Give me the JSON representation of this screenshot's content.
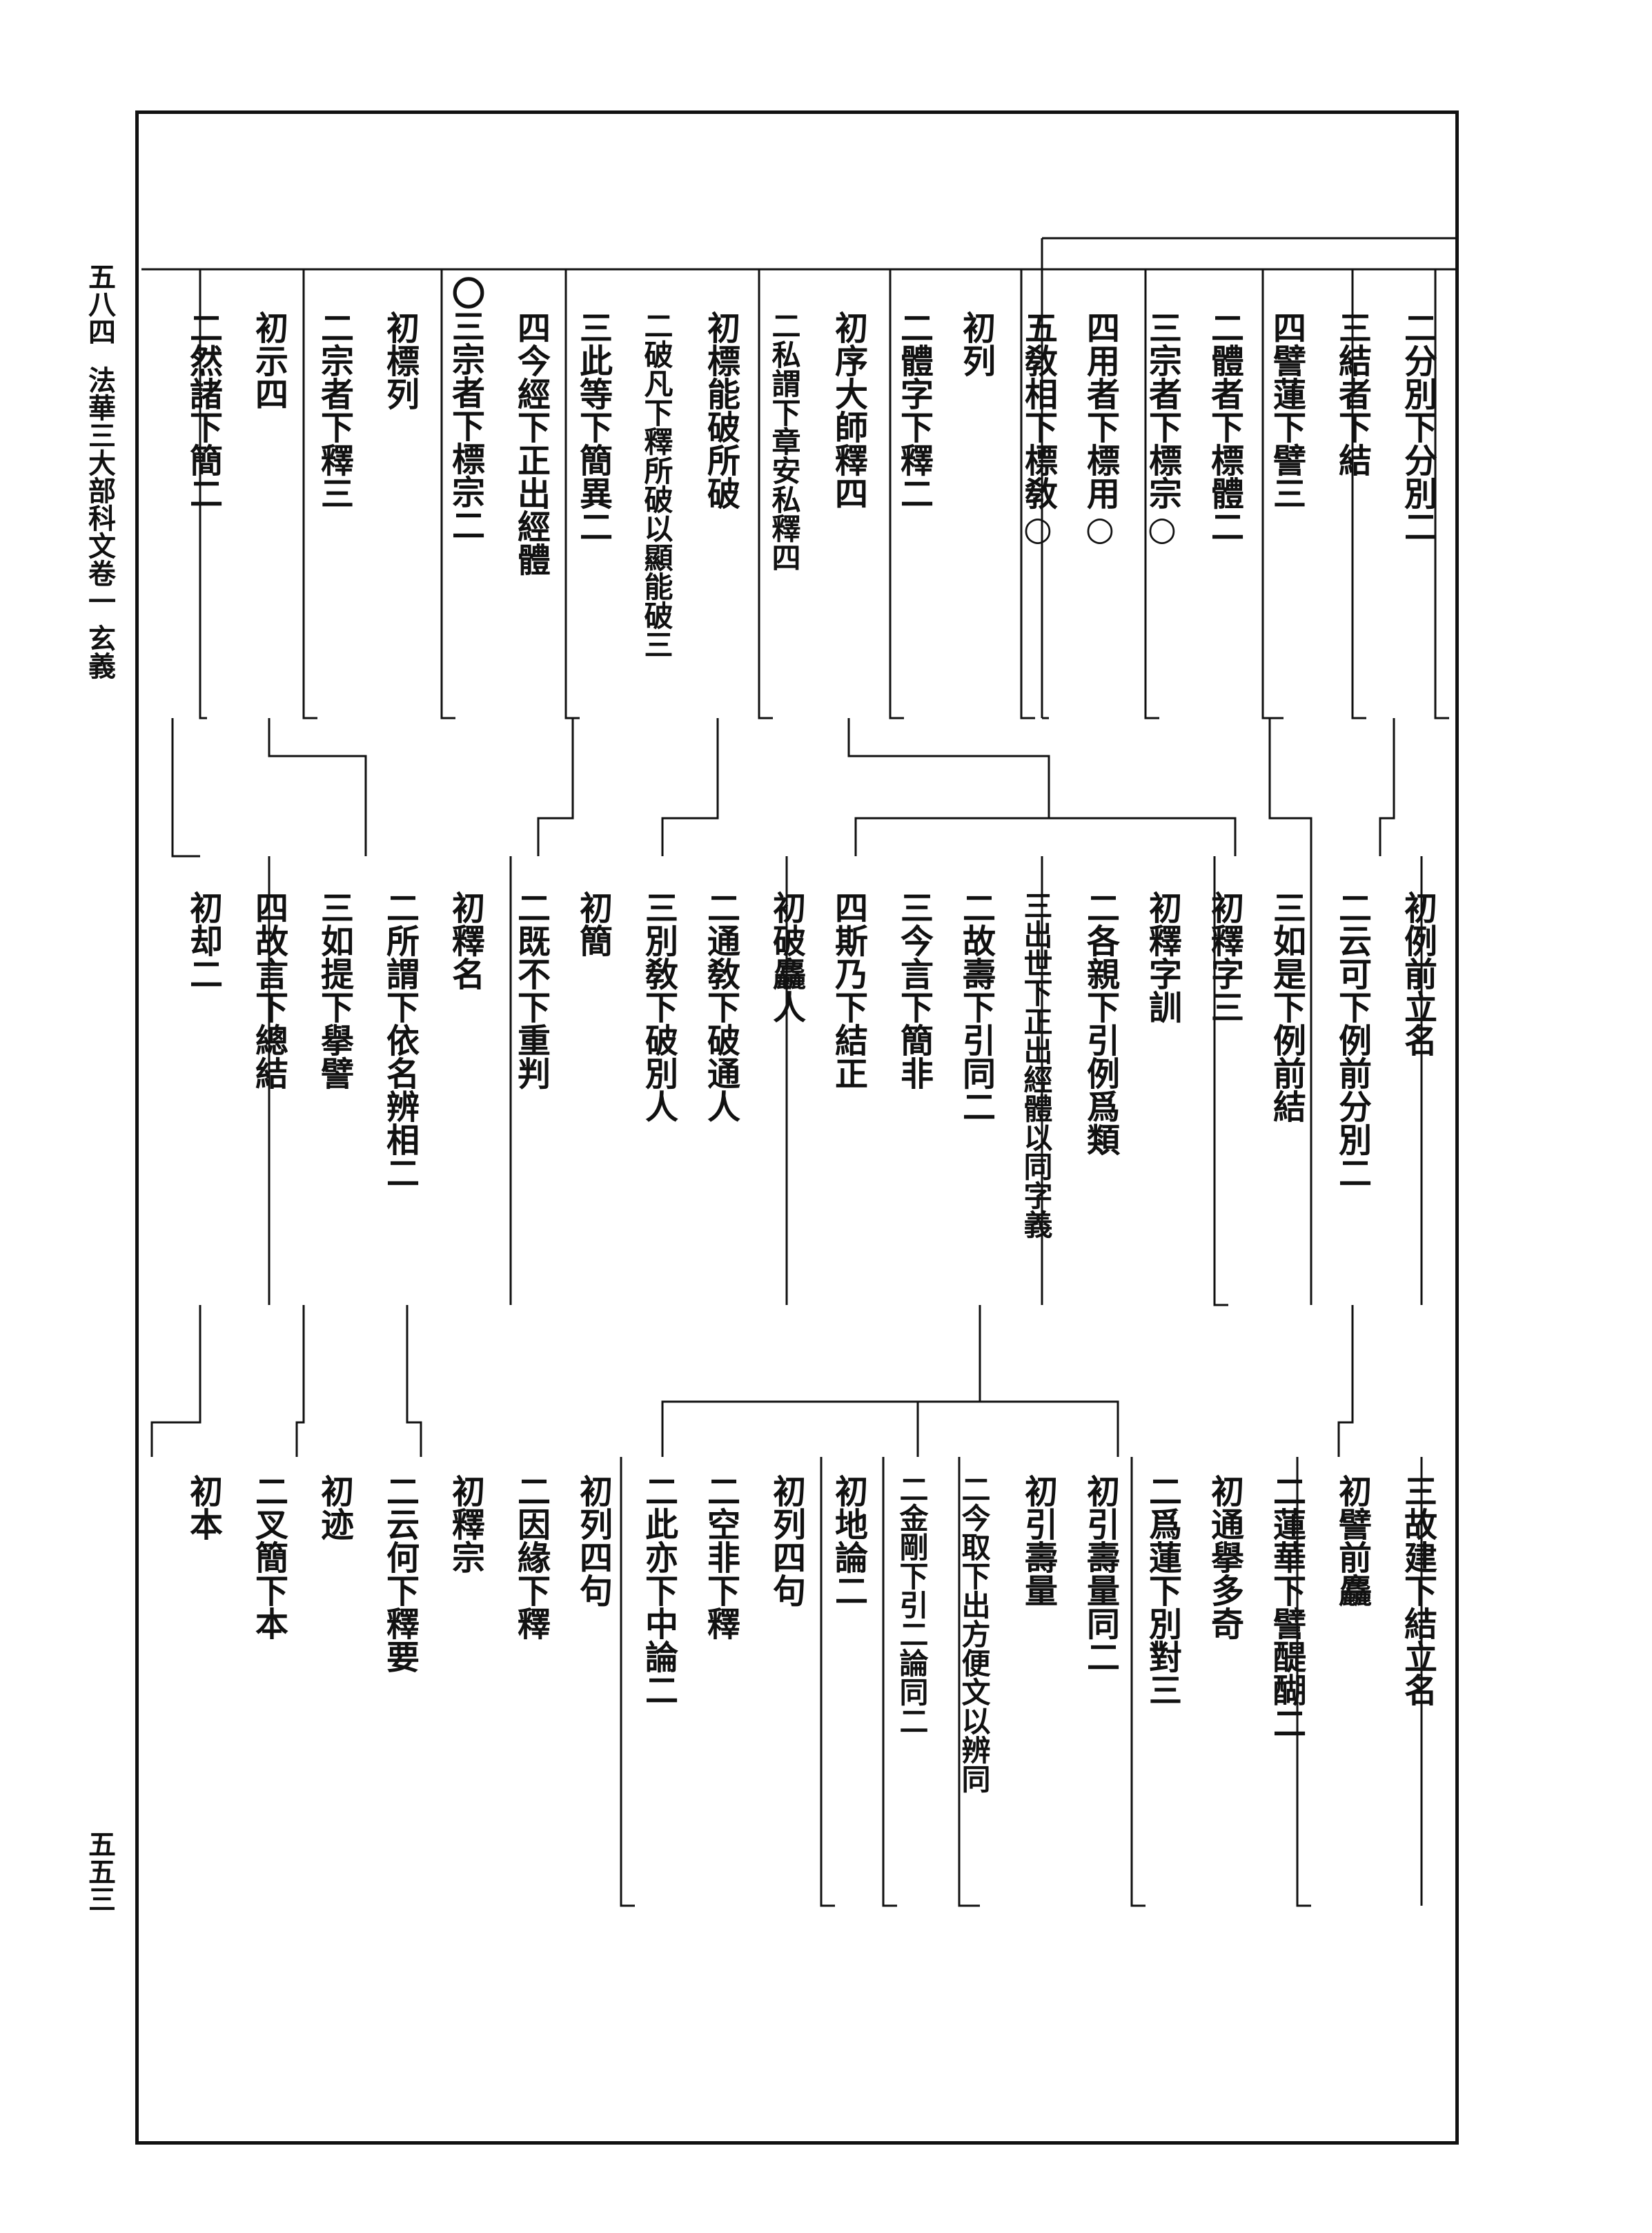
{
  "margin": {
    "page_number_top": "五八四",
    "book_title": "法華三大部科文卷一 玄義",
    "page_number_bottom": "五五三"
  },
  "bands": [
    {
      "id": "top",
      "entries": [
        "二分別下分別二",
        "三結者下結",
        "四譬蓮下譬三",
        "二體者下標體二",
        "三宗者下標宗○",
        "四用者下標用○",
        "五敎相下標敎○",
        "初列",
        "二體字下釋二",
        "初序大師釋四",
        "二私謂下章安私釋四",
        "初標能破所破",
        "二破凡下釋所破以顯能破三",
        "三此等下簡異二",
        "四今經下正出經體",
        "〇三宗者下標宗二",
        "初標列",
        "二宗者下釋三",
        "初示四",
        "二然諸下簡二"
      ]
    },
    {
      "id": "middle",
      "entries": [
        "初例前立名",
        "二云可下例前分別二",
        "三如是下例前結",
        "初釋字三",
        "初釋字訓",
        "二各親下引例爲類",
        "三出世下正出經體以同字義",
        "二故壽下引同二",
        "三今言下簡非",
        "四斯乃下結正",
        "初破麤人",
        "二通敎下破通人",
        "三別敎下破別人",
        "初簡",
        "二既不下重判",
        "初釋名",
        "二所謂下依名辨相二",
        "三如提下擧譬",
        "四故言下總結",
        "初却二"
      ]
    },
    {
      "id": "bottom",
      "entries": [
        "三故建下結立名",
        "初譬前麤",
        "二蓮華下譬醍醐二",
        "初通擧多奇",
        "二爲蓮下別對三",
        "初引壽量同二",
        "初引壽量",
        "二今取下出方便文以辨同",
        "二金剛下引二論同二",
        "初地論二",
        "初列四句",
        "二空非下釋",
        "二此亦下中論二",
        "初列四句",
        "二因緣下釋",
        "初釋宗",
        "二云何下釋要",
        "初迹",
        "二叉簡下本",
        "初本"
      ]
    }
  ]
}
